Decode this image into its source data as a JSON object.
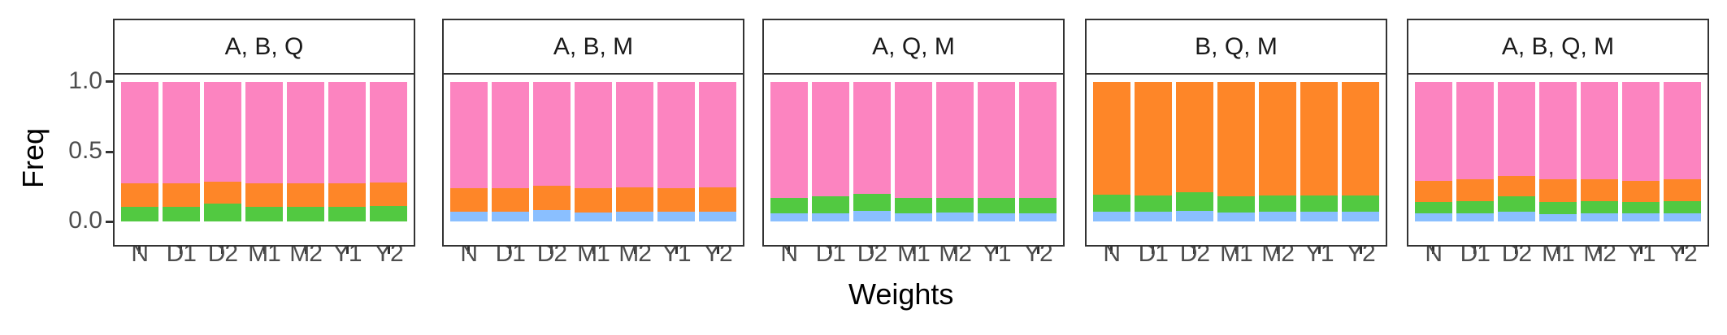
{
  "chart_data": {
    "type": "bar",
    "stacked": true,
    "facet_by": "model set",
    "xlabel": "Weights",
    "ylabel": "Freq",
    "ylim": [
      0,
      1.0
    ],
    "yticks": [
      0.0,
      0.5,
      1.0
    ],
    "ytick_labels": [
      "0.0",
      "0.5",
      "1.0"
    ],
    "grid": false,
    "legend": null,
    "categories": [
      "N",
      "D1",
      "D2",
      "M1",
      "M2",
      "Y1",
      "Y2"
    ],
    "series_colors": {
      "blue": "#8ABFFF",
      "green": "#52C941",
      "orange": "#FE8628",
      "pink": "#FC84C0"
    },
    "panels": [
      {
        "title": "A, B, Q",
        "stack_order": [
          "green",
          "orange",
          "pink"
        ],
        "series": [
          {
            "name": "green",
            "values": [
              0.104,
              0.104,
              0.127,
              0.104,
              0.104,
              0.104,
              0.112
            ]
          },
          {
            "name": "orange",
            "values": [
              0.168,
              0.172,
              0.16,
              0.172,
              0.172,
              0.168,
              0.169
            ]
          },
          {
            "name": "pink",
            "values": [
              0.728,
              0.724,
              0.713,
              0.724,
              0.724,
              0.728,
              0.719
            ]
          }
        ]
      },
      {
        "title": "A, B, M",
        "stack_order": [
          "blue",
          "orange",
          "pink"
        ],
        "series": [
          {
            "name": "blue",
            "values": [
              0.069,
              0.069,
              0.081,
              0.064,
              0.069,
              0.069,
              0.069
            ]
          },
          {
            "name": "orange",
            "values": [
              0.172,
              0.172,
              0.177,
              0.177,
              0.178,
              0.172,
              0.178
            ]
          },
          {
            "name": "pink",
            "values": [
              0.759,
              0.759,
              0.742,
              0.759,
              0.753,
              0.759,
              0.753
            ]
          }
        ]
      },
      {
        "title": "A, Q, M",
        "stack_order": [
          "blue",
          "green",
          "pink"
        ],
        "series": [
          {
            "name": "blue",
            "values": [
              0.06,
              0.06,
              0.077,
              0.06,
              0.065,
              0.06,
              0.06
            ]
          },
          {
            "name": "green",
            "values": [
              0.112,
              0.12,
              0.123,
              0.112,
              0.107,
              0.112,
              0.112
            ]
          },
          {
            "name": "pink",
            "values": [
              0.828,
              0.82,
              0.8,
              0.828,
              0.828,
              0.828,
              0.828
            ]
          }
        ]
      },
      {
        "title": "B, Q, M",
        "stack_order": [
          "blue",
          "green",
          "orange"
        ],
        "series": [
          {
            "name": "blue",
            "values": [
              0.069,
              0.069,
              0.075,
              0.064,
              0.069,
              0.069,
              0.069
            ]
          },
          {
            "name": "green",
            "values": [
              0.122,
              0.116,
              0.134,
              0.119,
              0.116,
              0.116,
              0.116
            ]
          },
          {
            "name": "orange",
            "values": [
              0.809,
              0.815,
              0.791,
              0.817,
              0.815,
              0.815,
              0.815
            ]
          }
        ]
      },
      {
        "title": "A, B, Q, M",
        "stack_order": [
          "blue",
          "green",
          "orange",
          "pink"
        ],
        "series": [
          {
            "name": "blue",
            "values": [
              0.06,
              0.06,
              0.071,
              0.054,
              0.06,
              0.06,
              0.06
            ]
          },
          {
            "name": "green",
            "values": [
              0.079,
              0.085,
              0.109,
              0.085,
              0.085,
              0.079,
              0.085
            ]
          },
          {
            "name": "orange",
            "values": [
              0.151,
              0.156,
              0.144,
              0.162,
              0.156,
              0.151,
              0.156
            ]
          },
          {
            "name": "pink",
            "values": [
              0.71,
              0.699,
              0.676,
              0.699,
              0.699,
              0.71,
              0.699
            ]
          }
        ]
      }
    ]
  }
}
